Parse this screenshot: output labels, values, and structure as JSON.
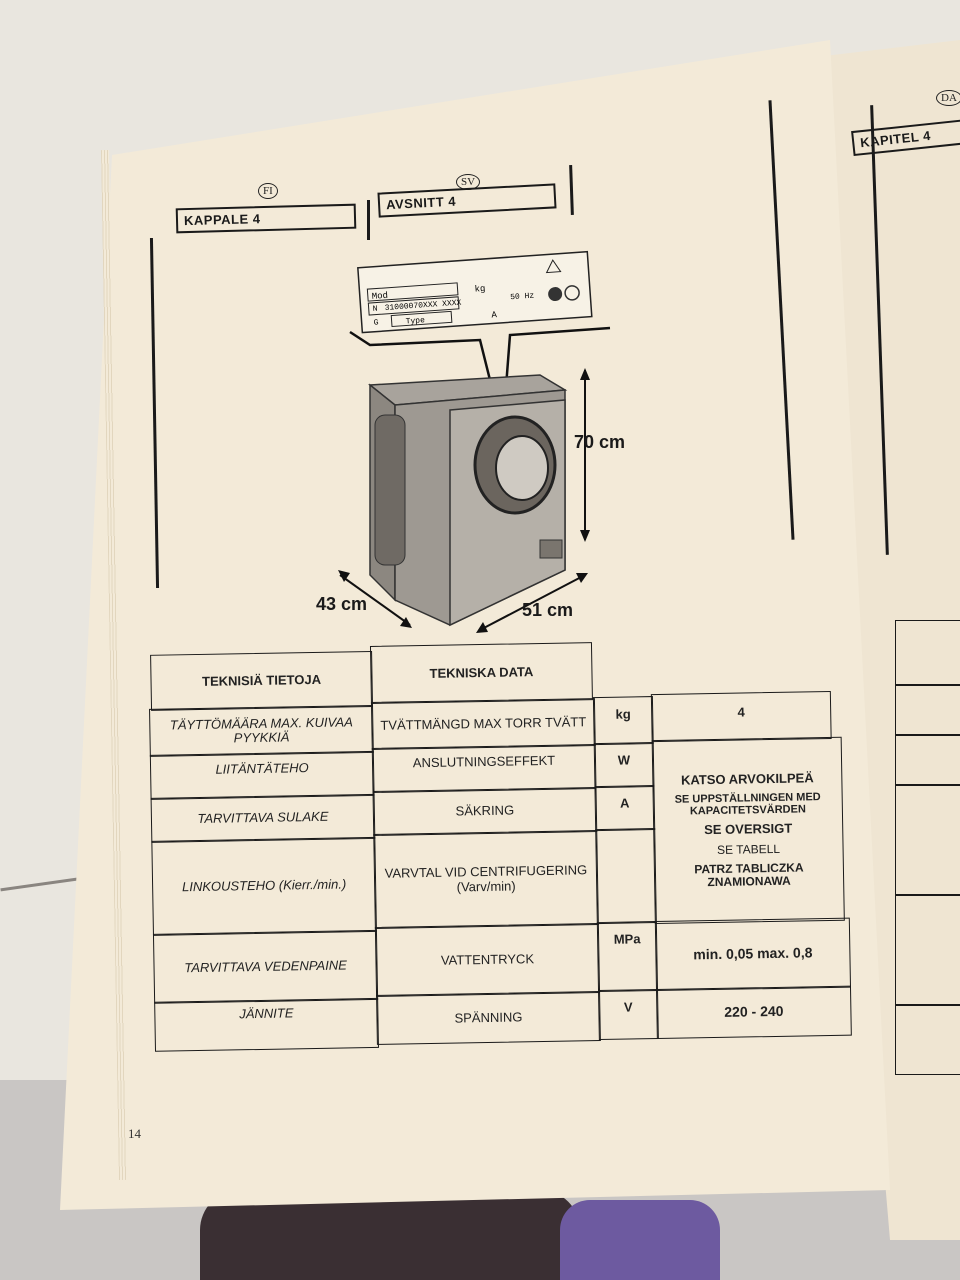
{
  "page": {
    "page_number": "14",
    "left_lang": "FI",
    "right_lang": "SV",
    "far_lang": "DA",
    "title_fi": "KAPPALE 4",
    "title_sv": "AVSNITT 4",
    "title_da": "KAPITEL 4"
  },
  "illustration": {
    "plate_mod": "Mod",
    "plate_n": "N",
    "plate_serial": "31000070XXX XXXX",
    "plate_g": "G",
    "plate_type": "Type",
    "plate_kg": "kg",
    "plate_hz": "50 Hz",
    "plate_a": "A",
    "height": "70 cm",
    "depth": "43 cm",
    "width": "51 cm"
  },
  "table": {
    "header_fi": "TEKNISIÄ TIETOJA",
    "header_sv": "TEKNISKA DATA",
    "rows": [
      {
        "fi": "TÄYTTÖMÄÄRA MAX. KUIVAA PYYKKIÄ",
        "sv": "TVÄTTMÄNGD MAX TORR TVÄTT",
        "unit": "kg",
        "value": "4"
      },
      {
        "fi": "LIITÄNTÄTEHO",
        "sv": "ANSLUTNINGSEFFEKT",
        "unit": "W"
      },
      {
        "fi": "TARVITTAVA SULAKE",
        "sv": "SÄKRING",
        "unit": "A"
      },
      {
        "fi": "LINKOUSTEHO (Kierr./min.)",
        "sv": "VARVTAL VID CENTRIFUGERING (Varv/min)",
        "unit": ""
      },
      {
        "fi": "TARVITTAVA VEDENPAINE",
        "sv": "VATTENTRYCK",
        "unit": "MPa",
        "value": "min. 0,05 max. 0,8"
      },
      {
        "fi": "JÄNNITE",
        "sv": "SPÄNNING",
        "unit": "V",
        "value": "220 - 240"
      }
    ],
    "merged": {
      "line1": "KATSO ARVOKILPEÄ",
      "line2": "SE UPPSTÄLLNINGEN MED KAPACITETSVÄRDEN",
      "line3": "SE OVERSIGT",
      "line4": "SE TABELL",
      "line5": "PATRZ TABLICZKA ZNAMIONAWA"
    }
  }
}
